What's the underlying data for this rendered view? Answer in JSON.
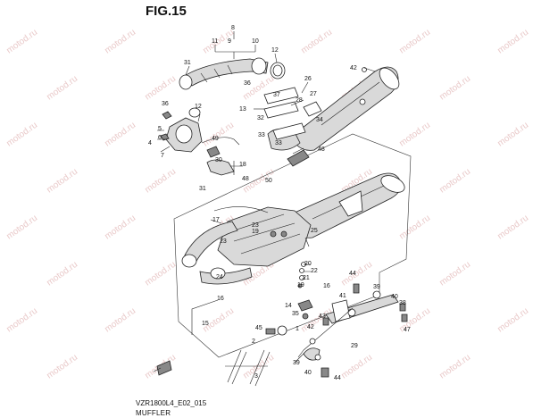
{
  "figure": {
    "title": "FIG.15",
    "drawing_code": "VZR1800L4_E02_015",
    "caption": "MUFFLER",
    "watermark_text": "motod.ru"
  },
  "callouts": [
    {
      "id": "c8",
      "label": "8"
    },
    {
      "id": "c11",
      "label": "11"
    },
    {
      "id": "c9",
      "label": "9"
    },
    {
      "id": "c10",
      "label": "10"
    },
    {
      "id": "c12a",
      "label": "12"
    },
    {
      "id": "c31a",
      "label": "31"
    },
    {
      "id": "c36a",
      "label": "36"
    },
    {
      "id": "c42a",
      "label": "42"
    },
    {
      "id": "c26",
      "label": "26"
    },
    {
      "id": "c37",
      "label": "37"
    },
    {
      "id": "c27",
      "label": "27"
    },
    {
      "id": "c13",
      "label": "13"
    },
    {
      "id": "c28",
      "label": "28"
    },
    {
      "id": "c32",
      "label": "32"
    },
    {
      "id": "c34",
      "label": "34"
    },
    {
      "id": "c36b",
      "label": "36"
    },
    {
      "id": "c12b",
      "label": "12"
    },
    {
      "id": "c4",
      "label": "4"
    },
    {
      "id": "c5",
      "label": "5"
    },
    {
      "id": "c6",
      "label": "6"
    },
    {
      "id": "c7",
      "label": "7"
    },
    {
      "id": "c49",
      "label": "49"
    },
    {
      "id": "c33a",
      "label": "33"
    },
    {
      "id": "c33b",
      "label": "33"
    },
    {
      "id": "c48a",
      "label": "48"
    },
    {
      "id": "c30",
      "label": "30"
    },
    {
      "id": "c18",
      "label": "18"
    },
    {
      "id": "c31b",
      "label": "31"
    },
    {
      "id": "c48b",
      "label": "48"
    },
    {
      "id": "c50",
      "label": "50"
    },
    {
      "id": "c17",
      "label": "17"
    },
    {
      "id": "c23a",
      "label": "23"
    },
    {
      "id": "c19a",
      "label": "19"
    },
    {
      "id": "c25",
      "label": "25"
    },
    {
      "id": "c23b",
      "label": "23"
    },
    {
      "id": "c24",
      "label": "24"
    },
    {
      "id": "c20",
      "label": "20"
    },
    {
      "id": "c22",
      "label": "22"
    },
    {
      "id": "c21",
      "label": "21"
    },
    {
      "id": "c19b",
      "label": "19"
    },
    {
      "id": "c16a",
      "label": "16"
    },
    {
      "id": "c44a",
      "label": "44"
    },
    {
      "id": "c15",
      "label": "15"
    },
    {
      "id": "c16b",
      "label": "16"
    },
    {
      "id": "c41",
      "label": "41"
    },
    {
      "id": "c39a",
      "label": "39"
    },
    {
      "id": "c40a",
      "label": "40"
    },
    {
      "id": "c14",
      "label": "14"
    },
    {
      "id": "c38",
      "label": "38"
    },
    {
      "id": "c43",
      "label": "43"
    },
    {
      "id": "c35",
      "label": "35"
    },
    {
      "id": "c45",
      "label": "45"
    },
    {
      "id": "c47",
      "label": "47"
    },
    {
      "id": "c2",
      "label": "2"
    },
    {
      "id": "c1",
      "label": "1"
    },
    {
      "id": "c42b",
      "label": "42"
    },
    {
      "id": "c29",
      "label": "29"
    },
    {
      "id": "c3",
      "label": "3"
    },
    {
      "id": "c39b",
      "label": "39"
    },
    {
      "id": "c40b",
      "label": "40"
    },
    {
      "id": "c44b",
      "label": "44"
    }
  ]
}
